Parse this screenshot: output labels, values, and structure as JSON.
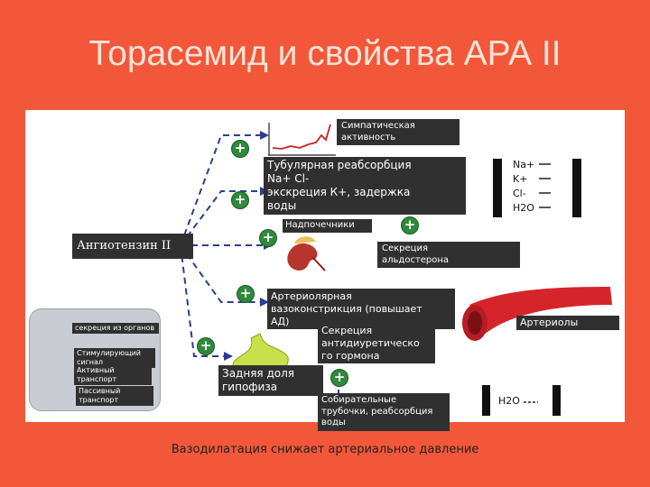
{
  "slide": {
    "title": "Торасемид и свойства АРА II"
  },
  "labels": {
    "sympathetic": [
      "Симпатическая",
      "активность"
    ],
    "tubular": [
      "Тубулярная реабсорбция",
      "Na+ Cl-",
      "экскреция К+, задержка",
      "воды"
    ],
    "adrenal": "Надпочечники",
    "angiotensin": "Ангиотензин II",
    "aldosterone": [
      "Секреция",
      "альдостерона"
    ],
    "arteriolar": [
      "Артериолярная",
      "вазоконстрикция (повышает",
      "АД)"
    ],
    "adh": [
      "Секреция",
      "антидиуретическо",
      "го гормона"
    ],
    "arterioles": "Артериолы",
    "pituitary": [
      "Задняя доля",
      "гипофиза"
    ],
    "collecting": [
      "Собирательные",
      "трубочки, реабсорбция",
      "воды"
    ]
  },
  "ions": {
    "tubular_panel": [
      "Na+",
      "K+",
      "Cl-",
      "H2O"
    ],
    "collecting_panel": [
      "H2O"
    ]
  },
  "legend": {
    "items": [
      "секреция из органов",
      "Стимулирующий сигнал",
      "Активный транспорт",
      "Пассивный транспорт"
    ]
  },
  "footer": {
    "text": "Вазодилатация снижает артериальное давление"
  },
  "colors": {
    "background": "#f2573a",
    "label_bg": "#303030",
    "plus_green": "#2f8a3c",
    "arrow_blue": "#2b3d8f",
    "vessel_red": "#d6252a"
  }
}
